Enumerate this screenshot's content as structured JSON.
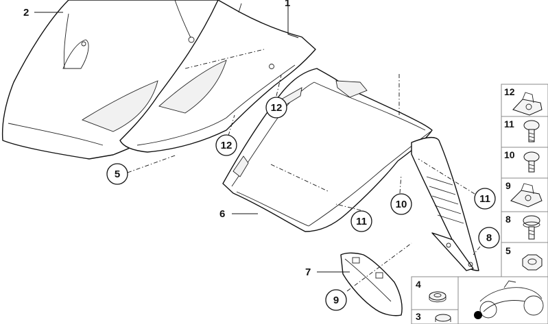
{
  "labels": {
    "l1": "1",
    "l2": "2",
    "l6": "6",
    "l7": "7"
  },
  "callouts": {
    "c5": "5",
    "c8": "8",
    "c9": "9",
    "c10": "10",
    "c11a": "11",
    "c11b": "11",
    "c12a": "12",
    "c12b": "12"
  },
  "parts_list": {
    "p12": "12",
    "p11": "11",
    "p10": "10",
    "p9": "9",
    "p8": "8",
    "p5": "5",
    "p4": "4",
    "p3": "3"
  },
  "icons": {
    "clip_nut": "u-clip-nut-icon",
    "screw": "screw-icon",
    "hex_nut": "hex-nut-icon",
    "washer": "washer-icon",
    "motorcycle": "motorcycle-location-icon"
  }
}
